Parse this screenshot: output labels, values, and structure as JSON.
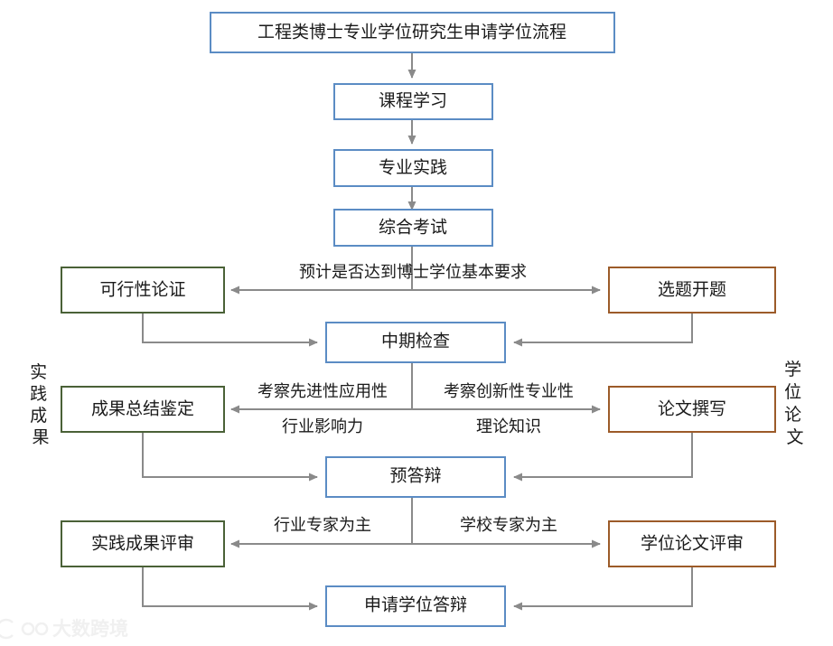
{
  "diagram": {
    "title": "工程类博士专业学位研究生申请学位流程",
    "nodes": {
      "title_box": "工程类博士专业学位研究生申请学位流程",
      "course_study": "课程学习",
      "professional_practice": "专业实践",
      "comprehensive_exam": "综合考试",
      "feasibility_argument": "可行性论证",
      "topic_selection": "选题开题",
      "midterm_check": "中期检查",
      "achievement_summary": "成果总结鉴定",
      "thesis_writing": "论文撰写",
      "pre_defense": "预答辩",
      "practice_result_review": "实践成果评审",
      "degree_thesis_review": "学位论文评审",
      "apply_degree_defense": "申请学位答辩"
    },
    "edge_labels": {
      "basic_requirement": "预计是否达到博士学位基本要求",
      "left_upper": "考察先进性应用性",
      "right_upper": "考察创新性专业性",
      "left_lower": "行业影响力",
      "right_lower": "理论知识",
      "left_expert": "行业专家为主",
      "right_expert": "学校专家为主"
    },
    "side_labels": {
      "left": "实践成果",
      "right": "学位论文"
    },
    "colors": {
      "blue": "#5b8cc4",
      "green": "#4a6137",
      "brown": "#9c5b29",
      "connector": "#8a8a8a",
      "text": "#1a1a1a"
    }
  },
  "watermark": {
    "text": "大数跨境"
  }
}
